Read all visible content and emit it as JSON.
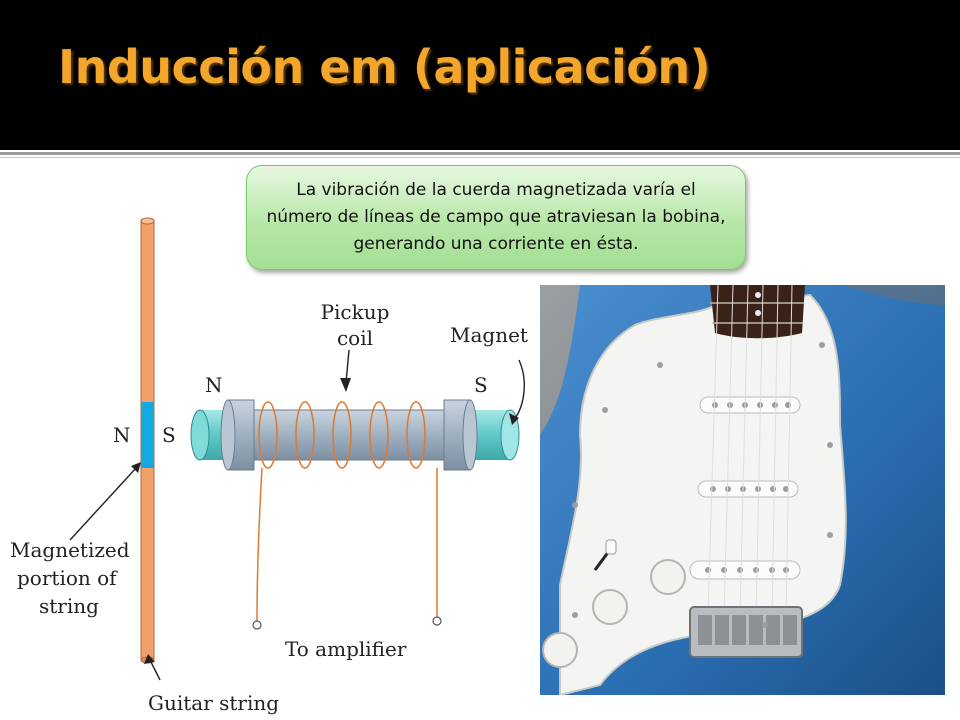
{
  "slide": {
    "title": "Inducción em (aplicación)",
    "callout": "La vibración de la cuerda magnetizada varía el número de líneas de campo que atraviesan la bobina, generando una corriente en ésta."
  },
  "diagram": {
    "pickup_coil_line1": "Pickup",
    "pickup_coil_line2": "coil",
    "magnet": "Magnet",
    "coil_north": "N",
    "coil_south": "S",
    "string_north": "N",
    "string_south": "S",
    "magnetized_line1": "Magnetized",
    "magnetized_line2": "portion of",
    "magnetized_line3": "string",
    "to_amplifier": "To amplifier",
    "guitar_string": "Guitar string"
  },
  "colors": {
    "title": "#f2a62b",
    "header_bg": "#000000",
    "string": "#f0a06a",
    "magnet": "#6fd1cf",
    "coil_body": "#a9b9c8",
    "guitar_body": "#2f74b5"
  }
}
